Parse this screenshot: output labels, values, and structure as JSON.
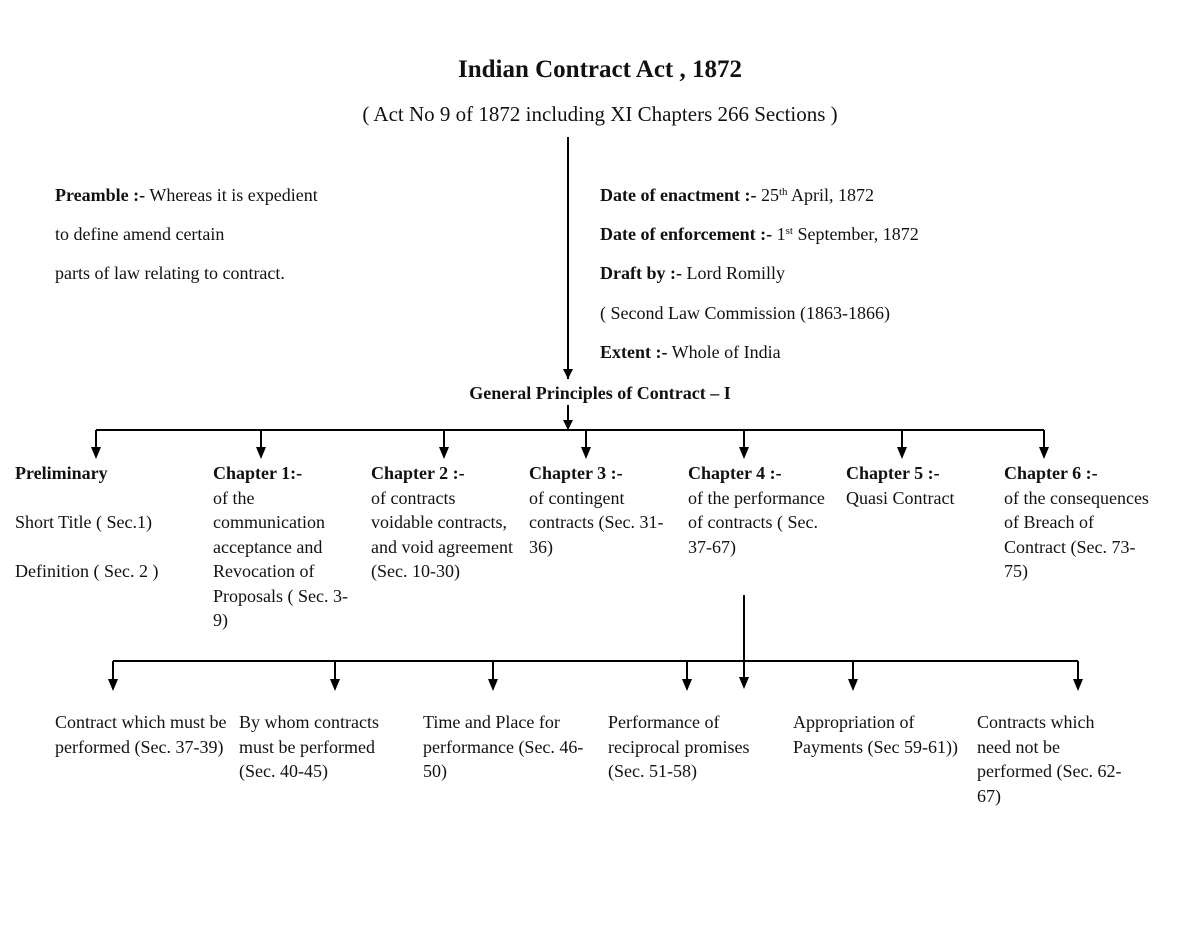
{
  "header": {
    "title": "Indian Contract Act , 1872",
    "subtitle": "( Act No 9 of 1872 including XI Chapters 266 Sections )"
  },
  "preamble": {
    "label": "Preamble :-",
    "lines": [
      "Whereas it is expedient",
      "to define amend certain",
      "parts of law relating to contract."
    ]
  },
  "facts": {
    "enactment": {
      "label": "Date of enactment :-",
      "day": "25",
      "suffix": "th",
      "rest": "April, 1872"
    },
    "enforcement": {
      "label": "Date of enforcement :-",
      "day": "1",
      "suffix": "st",
      "rest": "September, 1872"
    },
    "draft": {
      "label": "Draft by :-",
      "value": "Lord Romilly"
    },
    "commission": "( Second Law Commission (1863-1866)",
    "extent": {
      "label": "Extent :-",
      "value": "Whole of India"
    }
  },
  "general_principles": {
    "heading": "General Principles of Contract – I"
  },
  "chapters": [
    {
      "title": "Preliminary",
      "items": [
        "Short Title ( Sec.1)",
        "Definition ( Sec. 2 )"
      ]
    },
    {
      "title": "Chapter 1:-",
      "desc": "of the communication acceptance and Revocation of Proposals ( Sec. 3-9)"
    },
    {
      "title": "Chapter 2 :-",
      "desc": "of contracts voidable contracts, and void agreement (Sec. 10-30)"
    },
    {
      "title": "Chapter 3 :-",
      "desc": "of contingent contracts (Sec. 31-36)"
    },
    {
      "title": "Chapter 4 :-",
      "desc": "of the performance of contracts ( Sec. 37-67)"
    },
    {
      "title": "Chapter 5 :-",
      "desc": "Quasi Contract"
    },
    {
      "title": "Chapter 6 :-",
      "desc": "of the consequences of Breach of Contract (Sec. 73-75)"
    }
  ],
  "chapter4_subtopics": [
    "Contract which must be performed (Sec. 37-39)",
    "By whom contracts must be performed (Sec. 40-45)",
    "Time and Place for performance (Sec. 46-50)",
    "Performance of reciprocal promises (Sec. 51-58)",
    "Appropriation of Payments  (Sec 59-61))",
    "Contracts which need not be performed (Sec. 62-67)"
  ],
  "colors": {
    "text": "#111111",
    "lines": "#000000",
    "background": "#ffffff"
  }
}
